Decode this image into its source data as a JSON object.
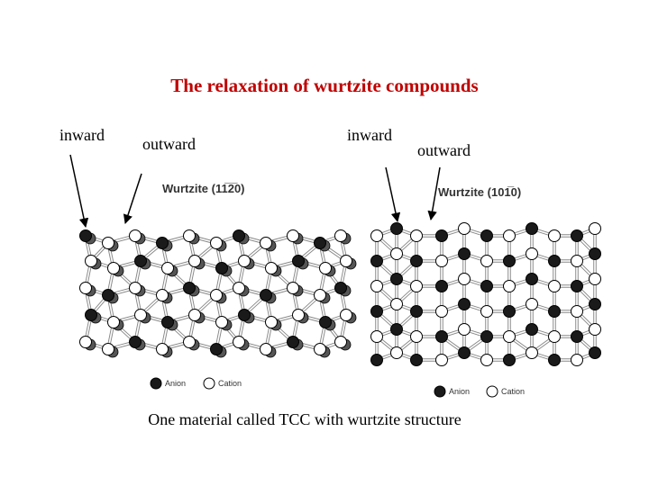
{
  "title": "The relaxation of wurtzite compounds",
  "labels": {
    "left_inward": "inward",
    "left_outward": "outward",
    "right_inward": "inward",
    "right_outward": "outward"
  },
  "figure_left": {
    "title": "Wurtzite (11̅2̅0)",
    "legend_anion": "Anion",
    "legend_cation": "Cation"
  },
  "figure_right": {
    "title": "Wurtzite (101̅0)",
    "legend_anion": "Anion",
    "legend_cation": "Cation"
  },
  "caption": "One material called TCC with wurtzite structure",
  "colors": {
    "title": "#c00000",
    "anion": "#1a1a1a",
    "cation": "#ffffff"
  }
}
